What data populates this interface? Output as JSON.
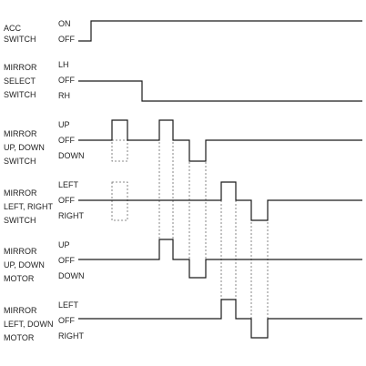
{
  "signals": [
    {
      "id": "acc",
      "name_lines": [
        "ACC",
        "SWITCH"
      ],
      "states": [
        "ON",
        "OFF"
      ]
    },
    {
      "id": "select",
      "name_lines": [
        "MIRROR",
        "SELECT",
        "SWITCH"
      ],
      "states": [
        "LH",
        "OFF",
        "RH"
      ]
    },
    {
      "id": "updown-switch",
      "name_lines": [
        "MIRROR",
        "UP, DOWN",
        "SWITCH"
      ],
      "states": [
        "UP",
        "OFF",
        "DOWN"
      ]
    },
    {
      "id": "leftright-switch",
      "name_lines": [
        "MIRROR",
        "LEFT, RIGHT",
        "SWITCH"
      ],
      "states": [
        "LEFT",
        "OFF",
        "RIGHT"
      ]
    },
    {
      "id": "updown-motor",
      "name_lines": [
        "MIRROR",
        "UP, DOWN",
        "MOTOR"
      ],
      "states": [
        "UP",
        "OFF",
        "DOWN"
      ]
    },
    {
      "id": "leftdown-motor",
      "name_lines": [
        "MIRROR",
        "LEFT, DOWN",
        "MOTOR"
      ],
      "states": [
        "LEFT",
        "OFF",
        "RIGHT"
      ]
    }
  ]
}
